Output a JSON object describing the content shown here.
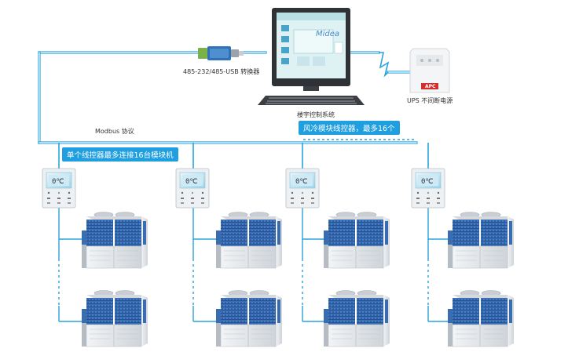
{
  "labels": {
    "converter": "485-232/485-USB 转换器",
    "bms": "楼宇控制系统",
    "ups": "UPS 不间断电源",
    "protocol": "Modbus 协议",
    "controller_limit": "单个线控器最多连接16台模块机",
    "module_controller_limit": "风冷模块线控器，最多16个"
  },
  "logos": {
    "monitor_brand": "Midea",
    "ups_brand": "APC"
  },
  "controller_display": "0℃",
  "colors": {
    "link_blue": "#29a3dc",
    "tag_blue": "#1f9ee0",
    "unit_blue": "#2a5ca3",
    "unit_body": "#e3e6ea"
  },
  "icons": [
    "pc-terminal-icon",
    "usb-converter-icon",
    "ups-icon",
    "wired-controller-icon",
    "chiller-module-icon",
    "lightning-link-icon"
  ]
}
